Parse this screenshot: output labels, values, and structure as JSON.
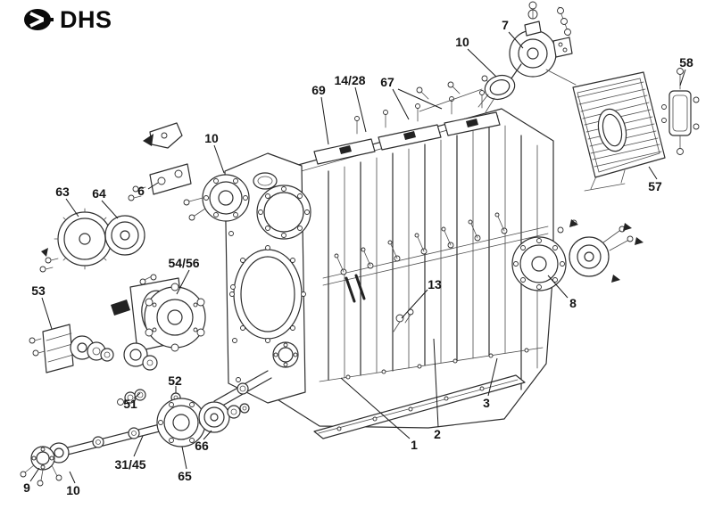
{
  "logo": {
    "text": "DHS"
  },
  "diagram": {
    "labels": [
      {
        "text": "7"
      },
      {
        "text": "10"
      },
      {
        "text": "58"
      },
      {
        "text": "14/28"
      },
      {
        "text": "69"
      },
      {
        "text": "67"
      },
      {
        "text": "57"
      },
      {
        "text": "10"
      },
      {
        "text": "6"
      },
      {
        "text": "63"
      },
      {
        "text": "64"
      },
      {
        "text": "54/56"
      },
      {
        "text": "53"
      },
      {
        "text": "13"
      },
      {
        "text": "8"
      },
      {
        "text": "3"
      },
      {
        "text": "2"
      },
      {
        "text": "1"
      },
      {
        "text": "52"
      },
      {
        "text": "51"
      },
      {
        "text": "66"
      },
      {
        "text": "31/45"
      },
      {
        "text": "65"
      },
      {
        "text": "9"
      },
      {
        "text": "10"
      }
    ]
  }
}
